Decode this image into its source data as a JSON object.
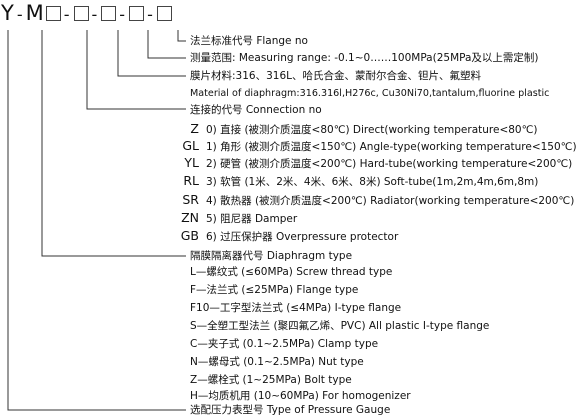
{
  "header": {
    "y": "Y",
    "dash": "-",
    "m": "M"
  },
  "fields": {
    "flange_no": "法兰标准代号 Flange no",
    "measuring_range": "测量范围: Measuring range: -0.1~0……100MPa(25MPa及以上需定制)",
    "diaphragm_material": "膜片材料:316、316L、哈氏合金、蒙耐尔合金、钽片、氟塑料",
    "diaphragm_material_en": "Material of diaphragm:316.316l,H276c, Cu30Ni70,tantalum,fluorine plastic",
    "connection_no": "连接的代号 Connection no",
    "diaphragm_type": "隔膜隔离器代号 Diaphragm type",
    "pressure_gauge": "选配压力表型号 Type of Pressure Gauge"
  },
  "connections": [
    {
      "code": "Z",
      "text": "0) 直接 (被测介质温度<80℃) Direct(working temperature<80℃)"
    },
    {
      "code": "GL",
      "text": "1) 角形 (被测介质温度<150℃) Angle-type(working temperature<150℃)"
    },
    {
      "code": "YL",
      "text": "2) 硬管 (被测介质温度<200℃) Hard-tube(working temperature<200℃)"
    },
    {
      "code": "RL",
      "text": "3) 软管 (1米、2米、4米、6米、8米) Soft-tube(1m,2m,4m,6m,8m)"
    },
    {
      "code": "SR",
      "text": "4) 散热器 (被测介质温度<200℃) Radiator(working temperature<200℃)"
    },
    {
      "code": "ZN",
      "text": "5) 阻尼器 Damper"
    },
    {
      "code": "GB",
      "text": "6) 过压保护器 Overpressure protector"
    }
  ],
  "diaphragm_types": [
    "L—螺纹式 (≤60MPa) Screw thread type",
    "F—法兰式 (≤25MPa) Flange type",
    "F10—工字型法兰式 (≤4MPa) I-type flange",
    "S—全塑工型法兰 (聚四氟乙烯、PVC) All plastic I-type flange",
    "C—夹子式 (0.1~2.5MPa) Clamp type",
    "N—螺母式 (0.1~2.5MPa) Nut type",
    "Z—螺栓式 (1~25MPa) Bolt type",
    "H—均质机用 (10~60MPa) For homogenizer"
  ]
}
